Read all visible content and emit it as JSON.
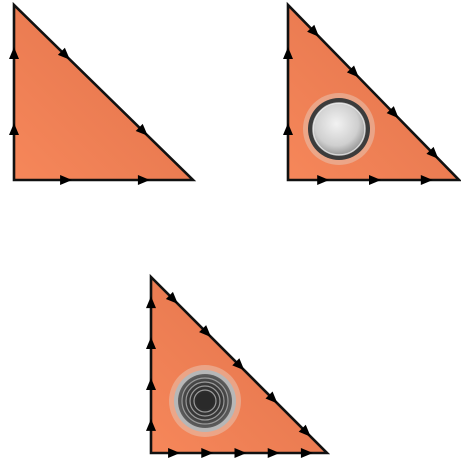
{
  "colors": {
    "face_light": "#f6875a",
    "face_dark": "#e0714a",
    "edge": "#111111",
    "arrow": "#000000",
    "hole_rim": "#3c3c3c",
    "hole_halo": "#e8c2b0",
    "hole_light": "#e6e6e6",
    "hole_dark": "#2a2a2a"
  },
  "panels": [
    {
      "id": "plain",
      "has_hole": false,
      "hole_style": "none",
      "arrows": {
        "left_edge": 2,
        "bottom_edge": 2,
        "hypotenuse": 2
      }
    },
    {
      "id": "light-hole",
      "has_hole": true,
      "hole_style": "light",
      "arrows": {
        "left_edge": 2,
        "bottom_edge": 3,
        "hypotenuse": 4
      }
    },
    {
      "id": "dark-hole",
      "has_hole": true,
      "hole_style": "dark",
      "arrows": {
        "left_edge": 4,
        "bottom_edge": 5,
        "hypotenuse": 5
      }
    }
  ]
}
